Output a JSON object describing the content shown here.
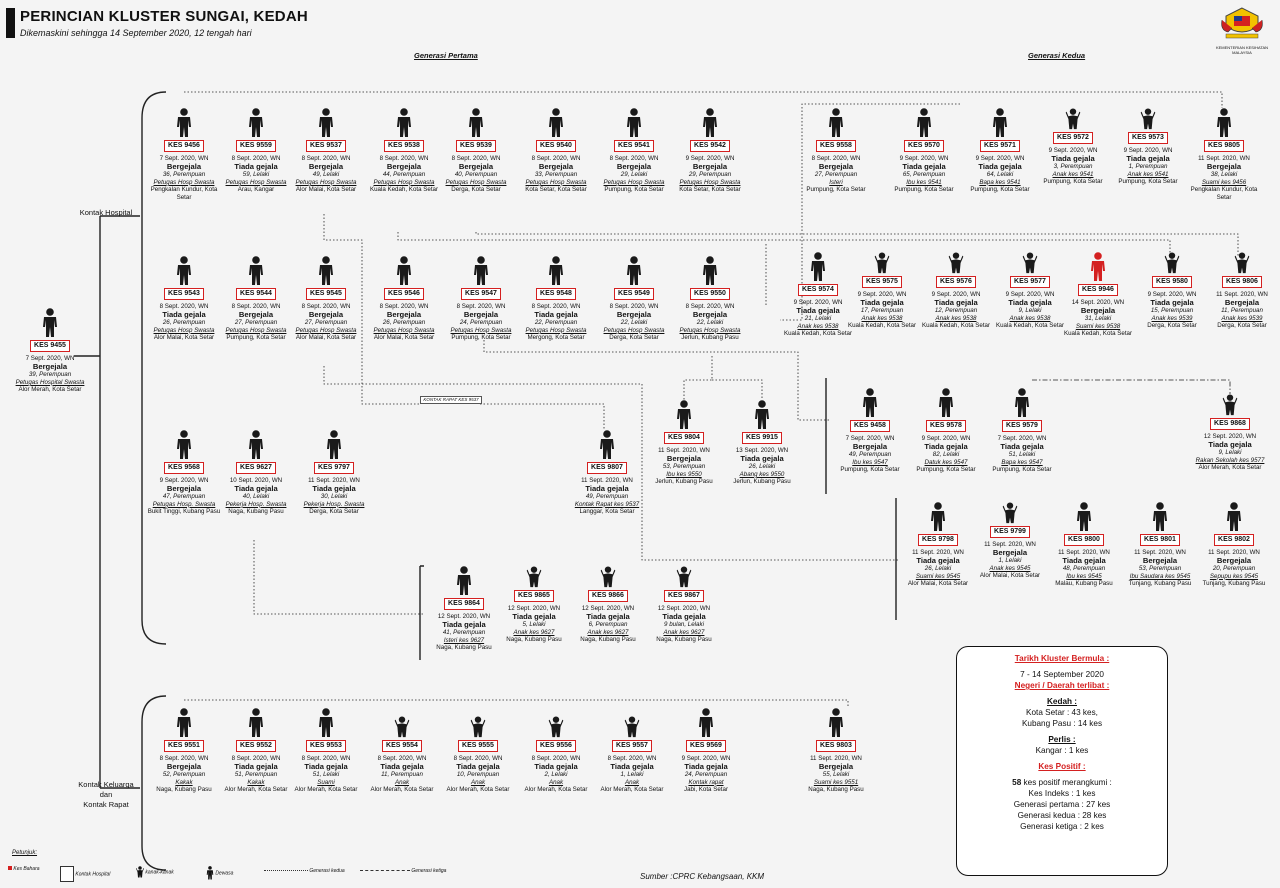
{
  "title": "PERINCIAN KLUSTER SUNGAI, KEDAH",
  "subtitle": "Dikemaskini sehingga 14 September 2020, 12 tengah hari",
  "logo_caption": "KEMENTERIAN KESIHATAN MALAYSIA",
  "gen1_label": "Generasi Pertama",
  "gen2_label": "Generasi Kedua",
  "group_hospital": "Kontak Hospital",
  "group_family": "Kontak Keluarga\ndan\nKontak Rapat",
  "mini_label": "KONTAK RAPAT KES 9537",
  "source": "Sumber :CPRC Kebangsaan,  KKM",
  "index_case": {
    "id": "KES 9455",
    "date": "7 Sept. 2020, WN",
    "status": "Bergejala",
    "info": "39, Perempuan",
    "role": "Petugas Hospital Swasta",
    "place": "Alor Merah, Kota Setar",
    "fig": "adult"
  },
  "hospital_gen1": [
    {
      "id": "KES 9456",
      "date": "7 Sept. 2020, WN",
      "status": "Bergejala",
      "info": "36, Perempuan",
      "role": "Petugas Hosp Swasta",
      "place": "Pengkalan Kundur, Kota Setar",
      "fig": "adult"
    },
    {
      "id": "KES 9559",
      "date": "8 Sept. 2020, WN",
      "status": "Tiada gejala",
      "info": "59, Lelaki",
      "role": "Petugas Hosp Swasta",
      "place": "Arau, Kangar",
      "fig": "adult"
    },
    {
      "id": "KES 9537",
      "date": "8 Sept. 2020, WN",
      "status": "Bergejala",
      "info": "49, Lelaki",
      "role": "Petugas Hosp Swasta",
      "place": "Alor Malai, Kota Setar",
      "fig": "adult"
    },
    {
      "id": "KES 9538",
      "date": "8 Sept. 2020, WN",
      "status": "Bergejala",
      "info": "44, Perempuan",
      "role": "Petugas Hosp Swasta",
      "place": "Kuala Kedah, Kota Setar",
      "fig": "adult"
    },
    {
      "id": "KES 9539",
      "date": "8 Sept. 2020, WN",
      "status": "Bergejala",
      "info": "40, Perempuan",
      "role": "Petugas Hosp Swasta",
      "place": "Derga, Kota Setar",
      "fig": "adult"
    },
    {
      "id": "KES 9540",
      "date": "8 Sept. 2020, WN",
      "status": "Bergejala",
      "info": "33, Perempuan",
      "role": "Petugas Hosp Swasta",
      "place": "Kota Setar, Kota Setar",
      "fig": "adult"
    },
    {
      "id": "KES 9541",
      "date": "8 Sept. 2020, WN",
      "status": "Bergejala",
      "info": "29, Lelaki",
      "role": "Petugas Hosp Swasta",
      "place": "Pumpung, Kota Setar",
      "fig": "adult"
    },
    {
      "id": "KES 9542",
      "date": "9 Sept. 2020, WN",
      "status": "Bergejala",
      "info": "29, Perempuan",
      "role": "Petugas Hosp Swasta",
      "place": "Kota Setar, Kota Setar",
      "fig": "adult"
    },
    {
      "id": "KES 9543",
      "date": "8 Sept. 2020, WN",
      "status": "Tiada gejala",
      "info": "26, Perempuan",
      "role": "Petugas Hosp Swasta",
      "place": "Alor Malai, Kota Setar",
      "fig": "adult"
    },
    {
      "id": "KES 9544",
      "date": "8 Sept. 2020, WN",
      "status": "Bergejala",
      "info": "27, Perempuan",
      "role": "Petugas Hosp Swasta",
      "place": "Pumpung, Kota Setar",
      "fig": "adult"
    },
    {
      "id": "KES 9545",
      "date": "8 Sept. 2020, WN",
      "status": "Bergejala",
      "info": "27, Perempuan",
      "role": "Petugas Hosp Swasta",
      "place": "Alor Malai, Kota Setar",
      "fig": "adult"
    },
    {
      "id": "KES 9546",
      "date": "8 Sept. 2020, WN",
      "status": "Bergejala",
      "info": "26, Perempuan",
      "role": "Petugas Hosp Swasta",
      "place": "Alor Malai, Kota Setar",
      "fig": "adult"
    },
    {
      "id": "KES 9547",
      "date": "8 Sept. 2020, WN",
      "status": "Bergejala",
      "info": "24, Perempuan",
      "role": "Petugas Hosp Swasta",
      "place": "Pumpung, Kota Setar",
      "fig": "adult"
    },
    {
      "id": "KES 9548",
      "date": "8 Sept. 2020, WN",
      "status": "Tiada gejala",
      "info": "22, Perempuan",
      "role": "Petugas Hosp Swasta",
      "place": "Mergong, Kota Setar",
      "fig": "adult"
    },
    {
      "id": "KES 9549",
      "date": "8 Sept. 2020, WN",
      "status": "Bergejala",
      "info": "22, Lelaki",
      "role": "Petugas Hosp Swasta",
      "place": "Derga, Kota Setar",
      "fig": "adult"
    },
    {
      "id": "KES 9550",
      "date": "8 Sept. 2020, WN",
      "status": "Bergejala",
      "info": "22, Lelaki",
      "role": "Petugas Hosp Swasta",
      "place": "Jerlun, Kubang Pasu",
      "fig": "adult"
    },
    {
      "id": "KES 9568",
      "date": "9 Sept. 2020, WN",
      "status": "Bergejala",
      "info": "47, Perempuan",
      "role": "Petugas Hosp. Swasta",
      "place": "Bukit Tinggi, Kubang Pasu",
      "fig": "adult"
    },
    {
      "id": "KES 9627",
      "date": "10 Sept. 2020, WN",
      "status": "Tiada gejala",
      "info": "40, Lelaki",
      "role": "Pekerja Hosp. Swasta",
      "place": "Naga, Kubang Pasu",
      "fig": "adult"
    },
    {
      "id": "KES 9797",
      "date": "11 Sept. 2020, WN",
      "status": "Tiada gejala",
      "info": "30, Lelaki",
      "role": "Pekerja Hosp. Swasta",
      "place": "Derga, Kota Setar",
      "fig": "adult"
    },
    {
      "id": "KES 9807",
      "date": "11 Sept. 2020, WN",
      "status": "Tiada gejala",
      "info": "49, Perempuan",
      "role": "Kontak Rapat kes 9537",
      "place": "Langgar, Kota Setar",
      "fig": "adult"
    }
  ],
  "second_gen": [
    {
      "id": "KES 9558",
      "date": "8 Sept. 2020, WN",
      "status": "Bergejala",
      "info": "27, Perempuan",
      "role": "Isteri",
      "place": "Pumpung, Kota Setar",
      "fig": "adult"
    },
    {
      "id": "KES 9570",
      "date": "9 Sept. 2020, WN",
      "status": "Tiada gejala",
      "info": "65, Perempuan",
      "role": "Ibu kes 9541",
      "place": "Pumpung, Kota Setar",
      "fig": "adult"
    },
    {
      "id": "KES 9571",
      "date": "9 Sept. 2020, WN",
      "status": "Tiada gejala",
      "info": "64, Lelaki",
      "role": "Bapa kes 9541",
      "place": "Pumpung, Kota Setar",
      "fig": "adult"
    },
    {
      "id": "KES 9572",
      "date": "9 Sept. 2020, WN",
      "status": "Tiada gejala",
      "info": "3, Perempuan",
      "role": "Anak kes 9541",
      "place": "Pumpung, Kota Setar",
      "fig": "child"
    },
    {
      "id": "KES 9573",
      "date": "9 Sept. 2020, WN",
      "status": "Tiada gejala",
      "info": "1, Perempuan",
      "role": "Anak kes 9541",
      "place": "Pumpung, Kota Setar",
      "fig": "child"
    },
    {
      "id": "KES 9805",
      "date": "11 Sept. 2020, WN",
      "status": "Bergejala",
      "info": "38, Lelaki",
      "role": "Suami kes 9456",
      "place": "Pengkalan Kundur, Kota Setar",
      "fig": "adult"
    },
    {
      "id": "KES 9574",
      "date": "9 Sept. 2020, WN",
      "status": "Tiada gejala",
      "info": "21, Lelaki",
      "role": "Anak kes 9538",
      "place": "Kuala Kedah, Kota Setar",
      "fig": "adult"
    },
    {
      "id": "KES 9575",
      "date": "9 Sept. 2020, WN",
      "status": "Tiada gejala",
      "info": "17, Perempuan",
      "role": "Anak kes 9538",
      "place": "Kuala Kedah, Kota Setar",
      "fig": "child"
    },
    {
      "id": "KES 9576",
      "date": "9 Sept. 2020, WN",
      "status": "Tiada gejala",
      "info": "12, Perempuan",
      "role": "Anak kes 9538",
      "place": "Kuala Kedah, Kota Setar",
      "fig": "child"
    },
    {
      "id": "KES 9577",
      "date": "9 Sept. 2020, WN",
      "status": "Tiada gejala",
      "info": "9, Lelaki",
      "role": "Anak kes 9538",
      "place": "Kuala Kedah, Kota Setar",
      "fig": "child"
    },
    {
      "id": "KES 9946",
      "date": "14 Sept. 2020, WN",
      "status": "Bergejala",
      "info": "31, Lelaki",
      "role": "Suami kes 9538",
      "place": "Kuala Kedah, Kota Setar",
      "fig": "index"
    },
    {
      "id": "KES 9580",
      "date": "9 Sept. 2020, WN",
      "status": "Tiada gejala",
      "info": "15, Perempuan",
      "role": "Anak kes 9539",
      "place": "Derga, Kota Setar",
      "fig": "child"
    },
    {
      "id": "KES 9806",
      "date": "11 Sept. 2020, WN",
      "status": "Bergejala",
      "info": "11, Perempuan",
      "role": "Anak kes 9539",
      "place": "Derga, Kota Setar",
      "fig": "child"
    },
    {
      "id": "KES 9804",
      "date": "11 Sept. 2020, WN",
      "status": "Bergejala",
      "info": "53, Perempuan",
      "role": "Ibu kes 9550",
      "place": "Jerlun, Kubang Pasu",
      "fig": "adult"
    },
    {
      "id": "KES 9915",
      "date": "13 Sept. 2020, WN",
      "status": "Tiada gejala",
      "info": "26, Lelaki",
      "role": "Abang kes 9550",
      "place": "Jerlun, Kubang Pasu",
      "fig": "adult"
    },
    {
      "id": "KES 9458",
      "date": "7 Sept. 2020, WN",
      "status": "Bergejala",
      "info": "49, Perempuan",
      "role": "Ibu kes 9547",
      "place": "Pumpung, Kota Setar",
      "fig": "adult"
    },
    {
      "id": "KES 9578",
      "date": "9 Sept. 2020, WN",
      "status": "Tiada gejala",
      "info": "82, Lelaki",
      "role": "Datuk kes 9547",
      "place": "Pumpung, Kota Setar",
      "fig": "adult"
    },
    {
      "id": "KES 9579",
      "date": "7 Sept. 2020, WN",
      "status": "Tiada gejala",
      "info": "51, Lelaki",
      "role": "Bapa kes 9547",
      "place": "Pumpung, Kota Setar",
      "fig": "adult"
    },
    {
      "id": "KES 9868",
      "date": "12 Sept. 2020, WN",
      "status": "Tiada gejala",
      "info": "9, Lelaki",
      "role": "Rakan Sekolah kes 9577",
      "place": "Alor Merah, Kota Setar",
      "fig": "child"
    },
    {
      "id": "KES 9798",
      "date": "11 Sept. 2020, WN",
      "status": "Tiada gejala",
      "info": "26, Lelaki",
      "role": "Suami kes 9545",
      "place": "Alor Malai, Kota Setar",
      "fig": "adult"
    },
    {
      "id": "KES 9799",
      "date": "11 Sept. 2020, WN",
      "status": "Bergejala",
      "info": "1, Lelaki",
      "role": "Anak kes 9545",
      "place": "Alor Malai, Kota Setar",
      "fig": "child"
    },
    {
      "id": "KES 9800",
      "date": "11 Sept. 2020, WN",
      "status": "Tiada gejala",
      "info": "48, Perempuan",
      "role": "Ibu kes 9545",
      "place": "Malau, Kubang Pasu",
      "fig": "adult"
    },
    {
      "id": "KES 9801",
      "date": "11 Sept. 2020, WN",
      "status": "Bergejala",
      "info": "53, Perempuan",
      "role": "Ibu Saudara kes 9545",
      "place": "Tunjang, Kubang Pasu",
      "fig": "adult"
    },
    {
      "id": "KES 9802",
      "date": "11 Sept. 2020, WN",
      "status": "Bergejala",
      "info": "20, Perempuan",
      "role": "Sepupu kes 9545",
      "place": "Tunjang, Kubang Pasu",
      "fig": "adult"
    },
    {
      "id": "KES 9864",
      "date": "12 Sept. 2020, WN",
      "status": "Tiada gejala",
      "info": "41, Perempuan",
      "role": "Isteri kes 9627",
      "place": "Naga, Kubang Pasu",
      "fig": "adult"
    },
    {
      "id": "KES 9865",
      "date": "12 Sept. 2020, WN",
      "status": "Tiada gejala",
      "info": "5, Lelaki",
      "role": "Anak kes 9627",
      "place": "Naga, Kubang Pasu",
      "fig": "child"
    },
    {
      "id": "KES 9866",
      "date": "12 Sept. 2020, WN",
      "status": "Tiada gejala",
      "info": "6, Perempuan",
      "role": "Anak kes 9627",
      "place": "Naga, Kubang Pasu",
      "fig": "child"
    },
    {
      "id": "KES 9867",
      "date": "12 Sept. 2020, WN",
      "status": "Tiada gejala",
      "info": "9 bulan, Lelaki",
      "role": "Anak kes 9627",
      "place": "Naga, Kubang Pasu",
      "fig": "child"
    }
  ],
  "family_gen1": [
    {
      "id": "KES 9551",
      "date": "8 Sept. 2020, WN",
      "status": "Bergejala",
      "info": "52, Perempuan",
      "role": "Kakak",
      "place": "Naga, Kubang Pasu",
      "fig": "adult"
    },
    {
      "id": "KES 9552",
      "date": "8 Sept. 2020, WN",
      "status": "Tiada gejala",
      "info": "51, Perempuan",
      "role": "Kakak",
      "place": "Alor Merah, Kota Setar",
      "fig": "adult"
    },
    {
      "id": "KES 9553",
      "date": "8 Sept. 2020, WN",
      "status": "Tiada gejala",
      "info": "51, Lelaki",
      "role": "Suami",
      "place": "Alor Merah, Kota Setar",
      "fig": "adult"
    },
    {
      "id": "KES 9554",
      "date": "8 Sept. 2020, WN",
      "status": "Tiada gejala",
      "info": "11, Perempuan",
      "role": "Anak",
      "place": "Alor Merah, Kota Setar",
      "fig": "child"
    },
    {
      "id": "KES 9555",
      "date": "8 Sept. 2020, WN",
      "status": "Tiada gejala",
      "info": "10, Perempuan",
      "role": "Anak",
      "place": "Alor Merah, Kota Setar",
      "fig": "child"
    },
    {
      "id": "KES 9556",
      "date": "8 Sept. 2020, WN",
      "status": "Tiada gejala",
      "info": "2, Lelaki",
      "role": "Anak",
      "place": "Alor Merah, Kota Setar",
      "fig": "child"
    },
    {
      "id": "KES 9557",
      "date": "8 Sept. 2020, WN",
      "status": "Tiada gejala",
      "info": "1, Lelaki",
      "role": "Anak",
      "place": "Alor Merah, Kota Setar",
      "fig": "child"
    },
    {
      "id": "KES 9569",
      "date": "9 Sept. 2020, WN",
      "status": "Tiada gejala",
      "info": "24, Perempuan",
      "role": "Kontak rapat",
      "place": "Jabi, Kota Setar",
      "fig": "adult"
    },
    {
      "id": "KES 9803",
      "date": "11 Sept. 2020, WN",
      "status": "Bergejala",
      "info": "55, Lelaki",
      "role": "Suami kes 9551",
      "place": "Naga, Kubang Pasu",
      "fig": "adult"
    }
  ],
  "summary": {
    "h1": "Tarikh Kluster Bermula :",
    "dates": "7 - 14 September 2020",
    "h2": "Negeri / Daerah terlibat :",
    "kedah_label": "Kedah :",
    "kedah_1": "Kota Setar : 43 kes,",
    "kedah_2": "Kubang Pasu : 14 kes",
    "perlis_label": "Perlis :",
    "perlis_1": "Kangar : 1 kes",
    "h3": "Kes Positif :",
    "total_num": "58",
    "total_text": " kes positif merangkumi :",
    "l1": "Kes Indeks : 1 kes",
    "l2": "Generasi pertama : 27 kes",
    "l3": "Generasi kedua : 28 kes",
    "l4": "Generasi ketiga : 2 kes"
  },
  "legend": {
    "title": "Petunjuk:",
    "index": "Kes Bahara",
    "hospital": "Kontak Hospital",
    "child": "kanak-kanak",
    "adult": "Dewasa",
    "gen2": "Generasi kedua",
    "gen3": "Generasi ketiga"
  },
  "colors": {
    "accent": "#d42020",
    "figure": "#1a1a1a",
    "index_figure": "#d42020"
  }
}
